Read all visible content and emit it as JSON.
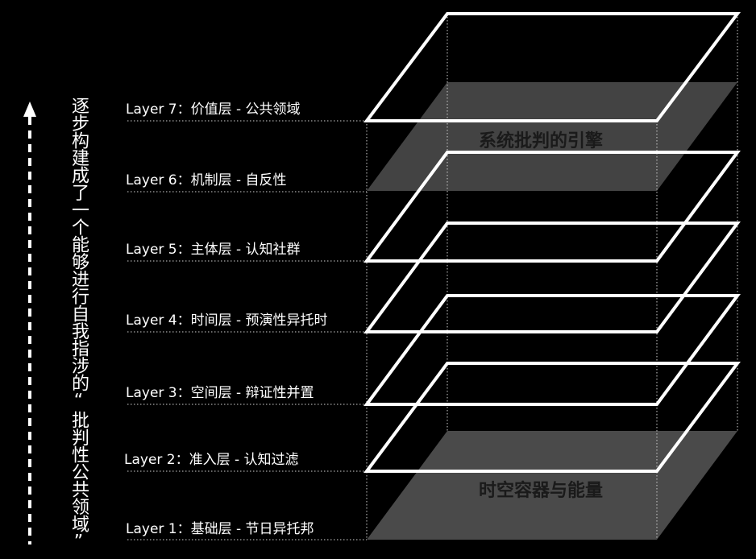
{
  "vertical_text": "逐步构建成了一个能够进行自我指涉的“批判性公共领域”",
  "layers": [
    {
      "id": 7,
      "label": "Layer 7：价值层 - 公共领域"
    },
    {
      "id": 6,
      "label": "Layer 6：机制层 - 自反性"
    },
    {
      "id": 5,
      "label": "Layer 5：主体层 - 认知社群"
    },
    {
      "id": 4,
      "label": "Layer 4：时间层 - 预演性异托时"
    },
    {
      "id": 3,
      "label": "Layer 3：空间层 - 辩证性并置"
    },
    {
      "id": 2,
      "label": "Layer 2：准入层 - 认知过滤"
    },
    {
      "id": 1,
      "label": "Layer 1：基础层 - 节日异托邦"
    }
  ],
  "plane_labels": {
    "top": "系统批判的引擎",
    "bottom": "时空容器与能量"
  },
  "colors": {
    "background": "#000000",
    "line": "#ffffff",
    "plane_fill": "#4a4a4a"
  }
}
